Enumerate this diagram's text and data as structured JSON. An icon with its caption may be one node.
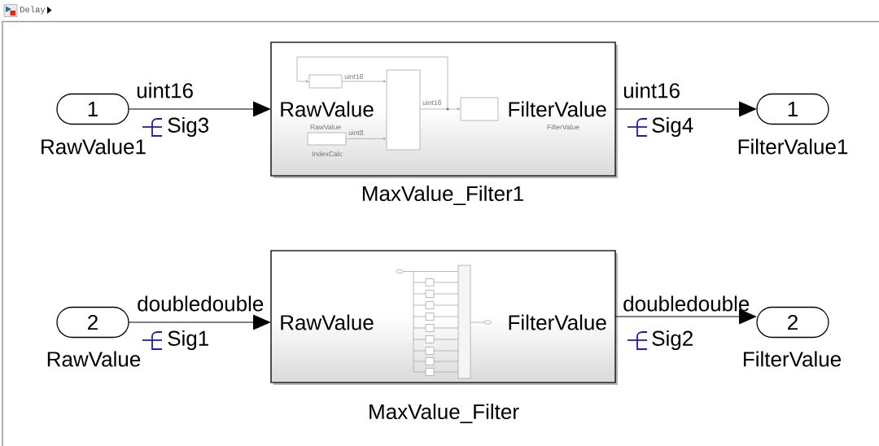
{
  "diagram": {
    "nodes": [
      {
        "text": [
          "1"
        ],
        "beside": [
          "RawValue1"
        ]
      },
      {
        "text": [
          "RawValue",
          "FilterValue"
        ],
        "beside": [
          "MaxValue_Filter1"
        ]
      },
      {
        "text": [
          "1"
        ],
        "beside": [
          "FilterValue1"
        ]
      },
      {
        "text": [
          "2"
        ],
        "beside": [
          "RawValue"
        ]
      },
      {
        "text": [
          "RawValue",
          "FilterValue"
        ],
        "beside": [
          "MaxValue_Filter"
        ]
      },
      {
        "text": [
          "2"
        ],
        "beside": [
          "FilterValue"
        ]
      }
    ],
    "edges": [
      {
        "from": 0,
        "to": 1,
        "arrow": "to",
        "label": "uint16"
      },
      {
        "from": 1,
        "to": 2,
        "arrow": "to",
        "label": "uint16"
      },
      {
        "from": 3,
        "to": 4,
        "arrow": "to",
        "label": "doubledouble"
      },
      {
        "from": 4,
        "to": 5,
        "arrow": "to",
        "label": "doubledouble"
      }
    ],
    "labels": [
      "Delay",
      "uint16",
      "uint16",
      "RawValue",
      "FilterValue",
      "uint8",
      "IndexCalc",
      "Sig3",
      "Sig4",
      "Sig1",
      "Sig2"
    ]
  }
}
